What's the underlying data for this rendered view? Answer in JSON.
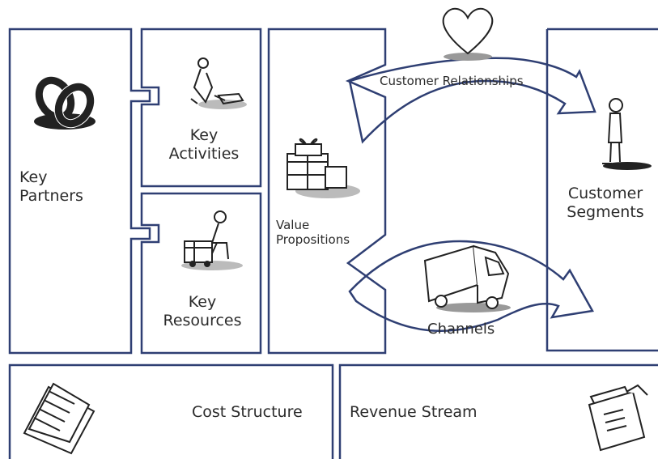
{
  "canvas": {
    "blocks": {
      "key_partners": [
        "Key",
        "Partners"
      ],
      "key_activities": [
        "Key",
        "Activities"
      ],
      "key_resources": [
        "Key",
        "Resources"
      ],
      "value_propositions": [
        "Value",
        "Propositions"
      ],
      "customer_relationships": "Customer Relationships",
      "channels": "Channels",
      "customer_segments": [
        "Customer",
        "Segments"
      ],
      "cost_structure": "Cost Structure",
      "revenue_stream": "Revenue Stream"
    },
    "icons": {
      "key_partners": "interlocked-rings-icon",
      "key_activities": "worker-icon",
      "key_resources": "person-pushing-cart-icon",
      "value_propositions": "gift-boxes-icon",
      "customer_relationships": "heart-icon",
      "channels": "delivery-truck-icon",
      "customer_segments": "standing-person-icon",
      "cost_structure": "invoice-papers-icon",
      "revenue_stream": "cash-register-icon"
    },
    "colors": {
      "border": "#2f3f73",
      "text": "#2b2b2b",
      "sketch": "#222222"
    }
  }
}
